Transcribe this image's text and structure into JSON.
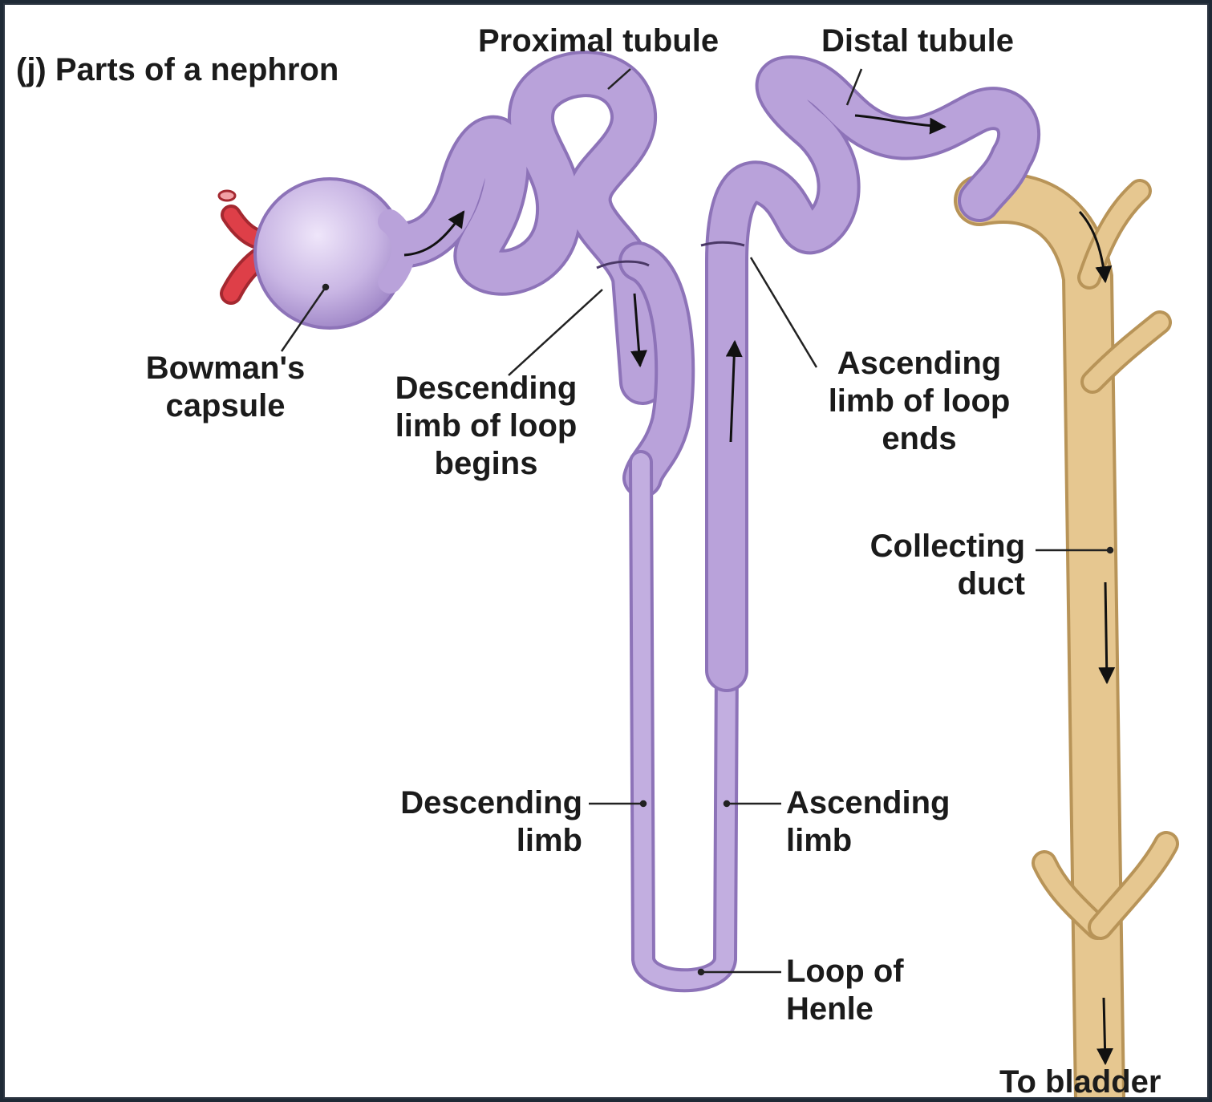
{
  "figure": {
    "title": "(j) Parts of a nephron",
    "colors": {
      "tubule": "#b9a2da",
      "tubule_dark": "#8d73b8",
      "duct": "#e6c790",
      "duct_dark": "#b89458",
      "vessel": "#de3f48",
      "leader": "#222222"
    }
  },
  "labels": {
    "proximal_tubule": "Proximal tubule",
    "distal_tubule": "Distal tubule",
    "bowmans_capsule": [
      "Bowman's",
      "capsule"
    ],
    "descending_begins": [
      "Descending",
      "limb of loop",
      "begins"
    ],
    "ascending_ends": [
      "Ascending",
      "limb of loop",
      "ends"
    ],
    "collecting_duct": [
      "Collecting",
      "duct"
    ],
    "descending_limb": [
      "Descending",
      "limb"
    ],
    "ascending_limb": [
      "Ascending",
      "limb"
    ],
    "loop_of_henle": [
      "Loop of",
      "Henle"
    ],
    "to_bladder": "To bladder"
  }
}
